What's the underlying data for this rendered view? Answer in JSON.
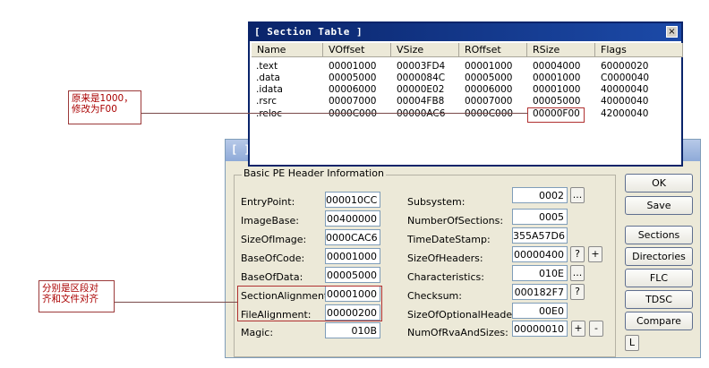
{
  "pe_editor": {
    "title": "[ ]",
    "group_title": "Basic PE Header Information",
    "left_fields": [
      {
        "label": "EntryPoint:",
        "value": "000010CC"
      },
      {
        "label": "ImageBase:",
        "value": "00400000"
      },
      {
        "label": "SizeOfImage:",
        "value": "0000CAC6"
      },
      {
        "label": "BaseOfCode:",
        "value": "00001000"
      },
      {
        "label": "BaseOfData:",
        "value": "00005000"
      },
      {
        "label": "SectionAlignment:",
        "value": "00001000"
      },
      {
        "label": "FileAlignment:",
        "value": "00000200"
      },
      {
        "label": "Magic:",
        "value": "010B"
      }
    ],
    "right_fields": [
      {
        "label": "Subsystem:",
        "value": "0002"
      },
      {
        "label": "NumberOfSections:",
        "value": "0005"
      },
      {
        "label": "TimeDateStamp:",
        "value": "355A57D6"
      },
      {
        "label": "SizeOfHeaders:",
        "value": "00000400"
      },
      {
        "label": "Characteristics:",
        "value": "010E"
      },
      {
        "label": "Checksum:",
        "value": "000182F7"
      },
      {
        "label": "SizeOfOptionalHeader:",
        "value": "00E0"
      },
      {
        "label": "NumOfRvaAndSizes:",
        "value": "00000010"
      }
    ],
    "small_buttons": {
      "ellipsis": "...",
      "question": "?",
      "plus": "+",
      "minus": "-"
    },
    "side_buttons": [
      "OK",
      "Save",
      "Sections",
      "Directories",
      "FLC",
      "TDSC",
      "Compare"
    ],
    "l_button": "L"
  },
  "section_table": {
    "title": "[ Section Table ]",
    "close_glyph": "×",
    "columns": [
      "Name",
      "VOffset",
      "VSize",
      "ROffset",
      "RSize",
      "Flags"
    ],
    "rows": [
      [
        ".text",
        "00001000",
        "00003FD4",
        "00001000",
        "00004000",
        "60000020"
      ],
      [
        ".data",
        "00005000",
        "0000084C",
        "00005000",
        "00001000",
        "C0000040"
      ],
      [
        ".idata",
        "00006000",
        "00000E02",
        "00006000",
        "00001000",
        "40000040"
      ],
      [
        ".rsrc",
        "00007000",
        "00004FB8",
        "00007000",
        "00005000",
        "40000040"
      ],
      [
        ".reloc",
        "0000C000",
        "00000AC6",
        "0000C000",
        "00000F00",
        "42000040"
      ]
    ]
  },
  "annotations": {
    "note1": [
      "原来是1000，",
      "修改为F00"
    ],
    "note2": [
      "分别是区段对",
      "齐和文件对齐"
    ]
  },
  "colors": {
    "title_active": "#0a246a",
    "annotation_red": "#a00000",
    "dialog_bg": "#ece9d8"
  }
}
